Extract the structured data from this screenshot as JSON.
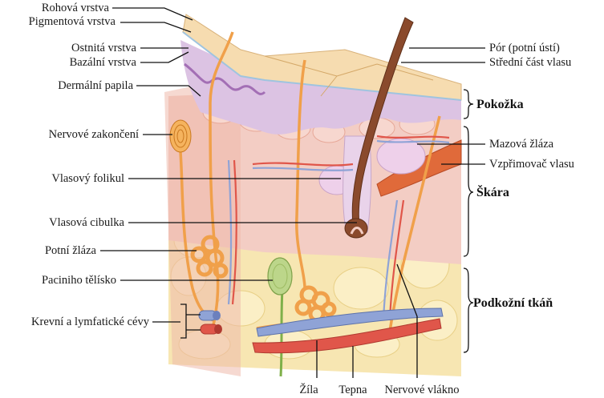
{
  "labels_left": {
    "stratum_corneum": "Rohová vrstva",
    "pigment_layer": "Pigmentová vrstva",
    "spinous_layer": "Ostnitá vrstva",
    "basal_layer": "Bazální vrstva",
    "dermal_papilla": "Dermální papila",
    "nerve_endings": "Nervové zakončení",
    "hair_follicle": "Vlasový folikul",
    "hair_bulb": "Vlasová cibulka",
    "sweat_gland": "Potní žláza",
    "pacinian_corpuscle": "Paciniho tělísko",
    "vessels": "Krevní a lymfatické cévy"
  },
  "labels_right": {
    "pore": "Pór (potní ústí)",
    "hair_shaft": "Střední část vlasu",
    "sebaceous_gland": "Mazová žláza",
    "arrector_pili": "Vzpřimovač vlasu"
  },
  "labels_bottom": {
    "vein": "Žíla",
    "artery": "Tepna",
    "nerve_fiber": "Nervové vlákno"
  },
  "regions": {
    "epidermis": "Pokožka",
    "dermis": "Škára",
    "hypodermis": "Podkožní tkáň"
  },
  "colors": {
    "stratum_corneum": "#f6dcb0",
    "spinous_layer": "#d9bde0",
    "dermis": "#f2c9c1",
    "fat": "#f5e3a8",
    "hair": "#8a4a2c",
    "nerve": "#f0a04a",
    "artery": "#e0564a",
    "vein": "#8fa3d6",
    "pacinian": "#bcd68a"
  }
}
